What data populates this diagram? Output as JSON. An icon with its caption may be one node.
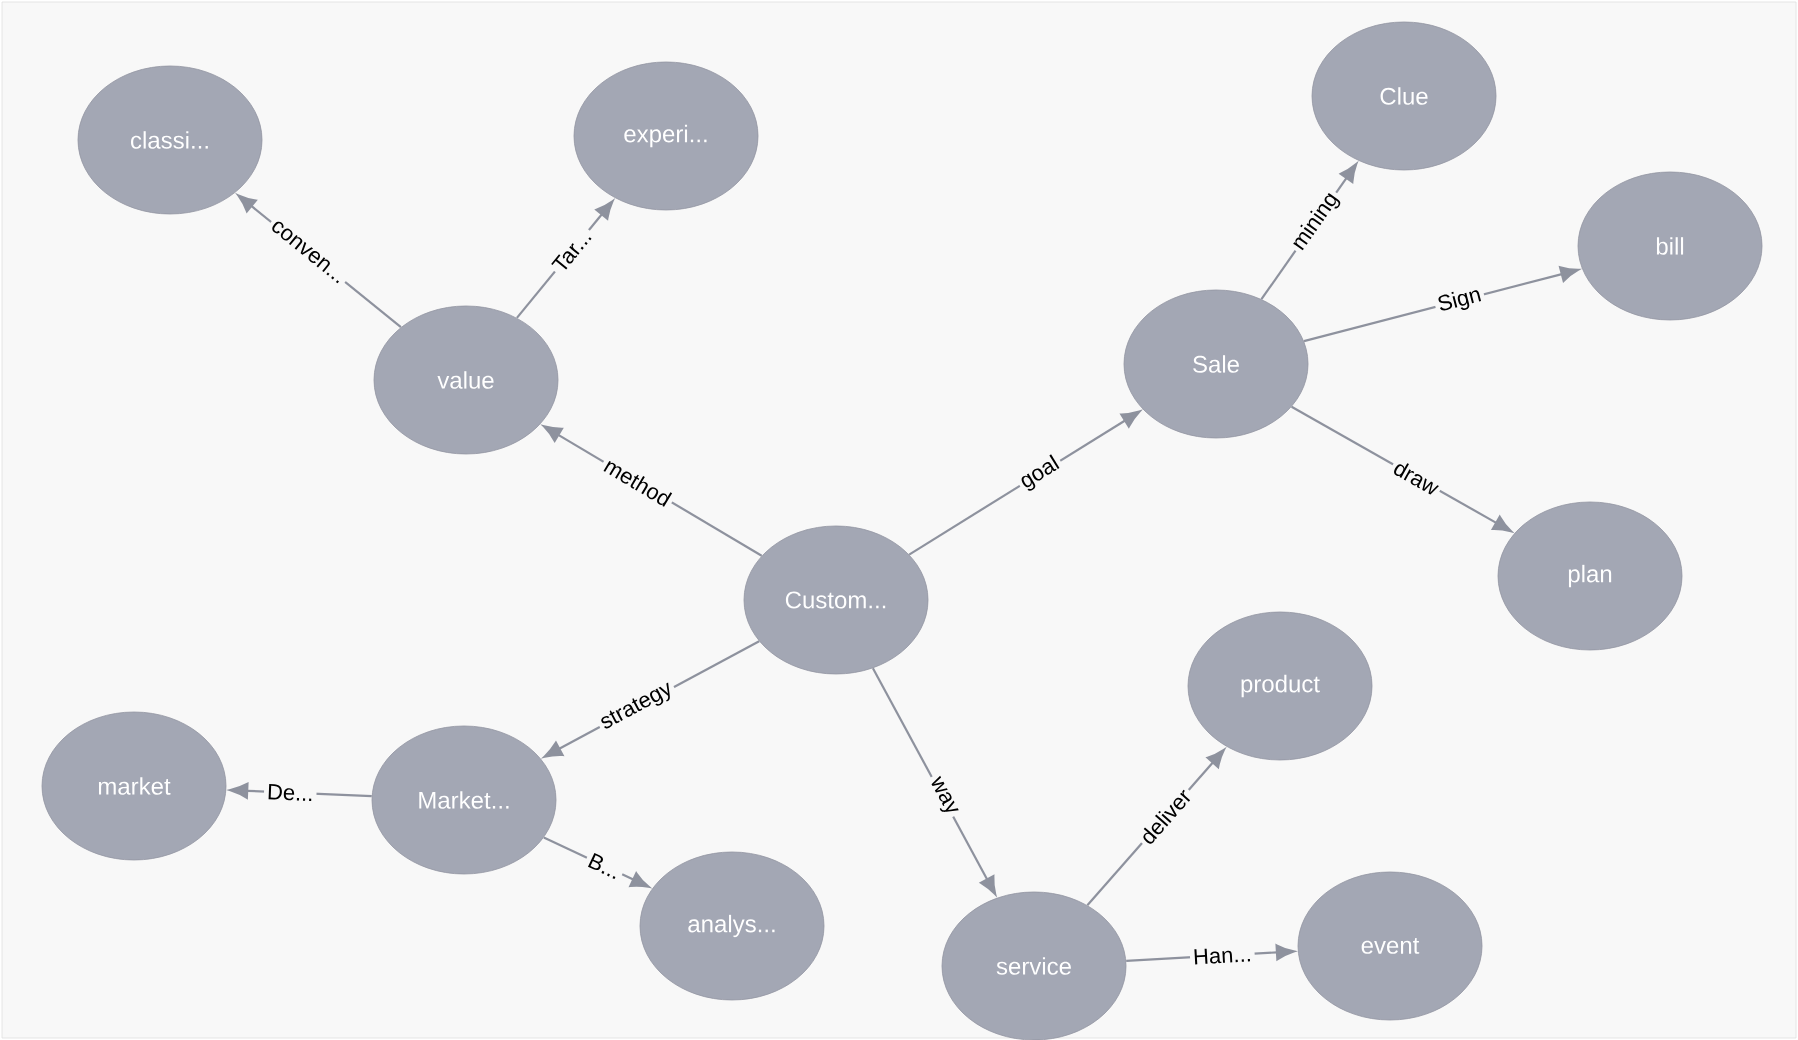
{
  "diagram": {
    "nodes": [
      {
        "text": [
          "Custom..."
        ]
      },
      {
        "text": [
          "value"
        ]
      },
      {
        "text": [
          "classi..."
        ]
      },
      {
        "text": [
          "experi..."
        ]
      },
      {
        "text": [
          "Sale"
        ]
      },
      {
        "text": [
          "Clue"
        ]
      },
      {
        "text": [
          "bill"
        ]
      },
      {
        "text": [
          "plan"
        ]
      },
      {
        "text": [
          "Market..."
        ]
      },
      {
        "text": [
          "market"
        ]
      },
      {
        "text": [
          "analys..."
        ]
      },
      {
        "text": [
          "service"
        ]
      },
      {
        "text": [
          "product"
        ]
      },
      {
        "text": [
          "event"
        ]
      }
    ],
    "edges": [
      {
        "from": 0,
        "to": 1,
        "arrow": "to",
        "label": "method"
      },
      {
        "from": 1,
        "to": 2,
        "arrow": "to",
        "label": "conven..."
      },
      {
        "from": 1,
        "to": 3,
        "arrow": "to",
        "label": "Tar..."
      },
      {
        "from": 0,
        "to": 4,
        "arrow": "to",
        "label": "goal"
      },
      {
        "from": 4,
        "to": 5,
        "arrow": "to",
        "label": "mining"
      },
      {
        "from": 4,
        "to": 6,
        "arrow": "to",
        "label": "Sign"
      },
      {
        "from": 4,
        "to": 7,
        "arrow": "to",
        "label": "draw"
      },
      {
        "from": 0,
        "to": 8,
        "arrow": "to",
        "label": "strategy"
      },
      {
        "from": 8,
        "to": 9,
        "arrow": "to",
        "label": "De..."
      },
      {
        "from": 8,
        "to": 10,
        "arrow": "to",
        "label": "B..."
      },
      {
        "from": 0,
        "to": 11,
        "arrow": "to",
        "label": "way"
      },
      {
        "from": 11,
        "to": 12,
        "arrow": "to",
        "label": "deliver"
      },
      {
        "from": 11,
        "to": 13,
        "arrow": "to",
        "label": "Han..."
      }
    ]
  }
}
